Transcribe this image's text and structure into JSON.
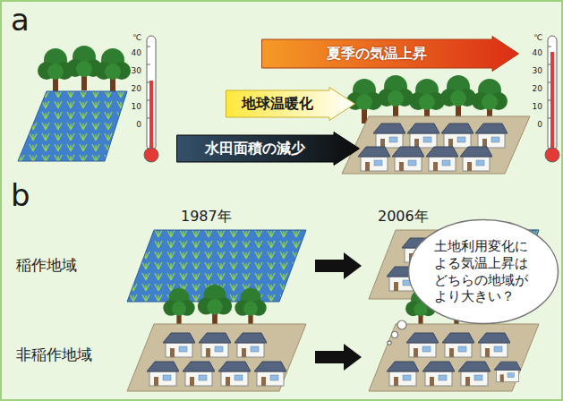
{
  "diagram": {
    "nodes": [
      {
        "text": [
          "夏季の気温上昇"
        ]
      },
      {
        "text": [
          "地球温暖化"
        ]
      },
      {
        "text": [
          "水田面積の減少"
        ]
      },
      {
        "text": [
          "土地利用変化による気温上昇はどちらの地域がより大きい？"
        ]
      }
    ],
    "labels": [
      "a",
      "b",
      "1987年",
      "2006年",
      "稲作地域",
      "非稲作地域",
      "℃",
      "40",
      "30",
      "20",
      "10",
      "0",
      "℃",
      "40",
      "30",
      "20",
      "10",
      "0"
    ]
  }
}
